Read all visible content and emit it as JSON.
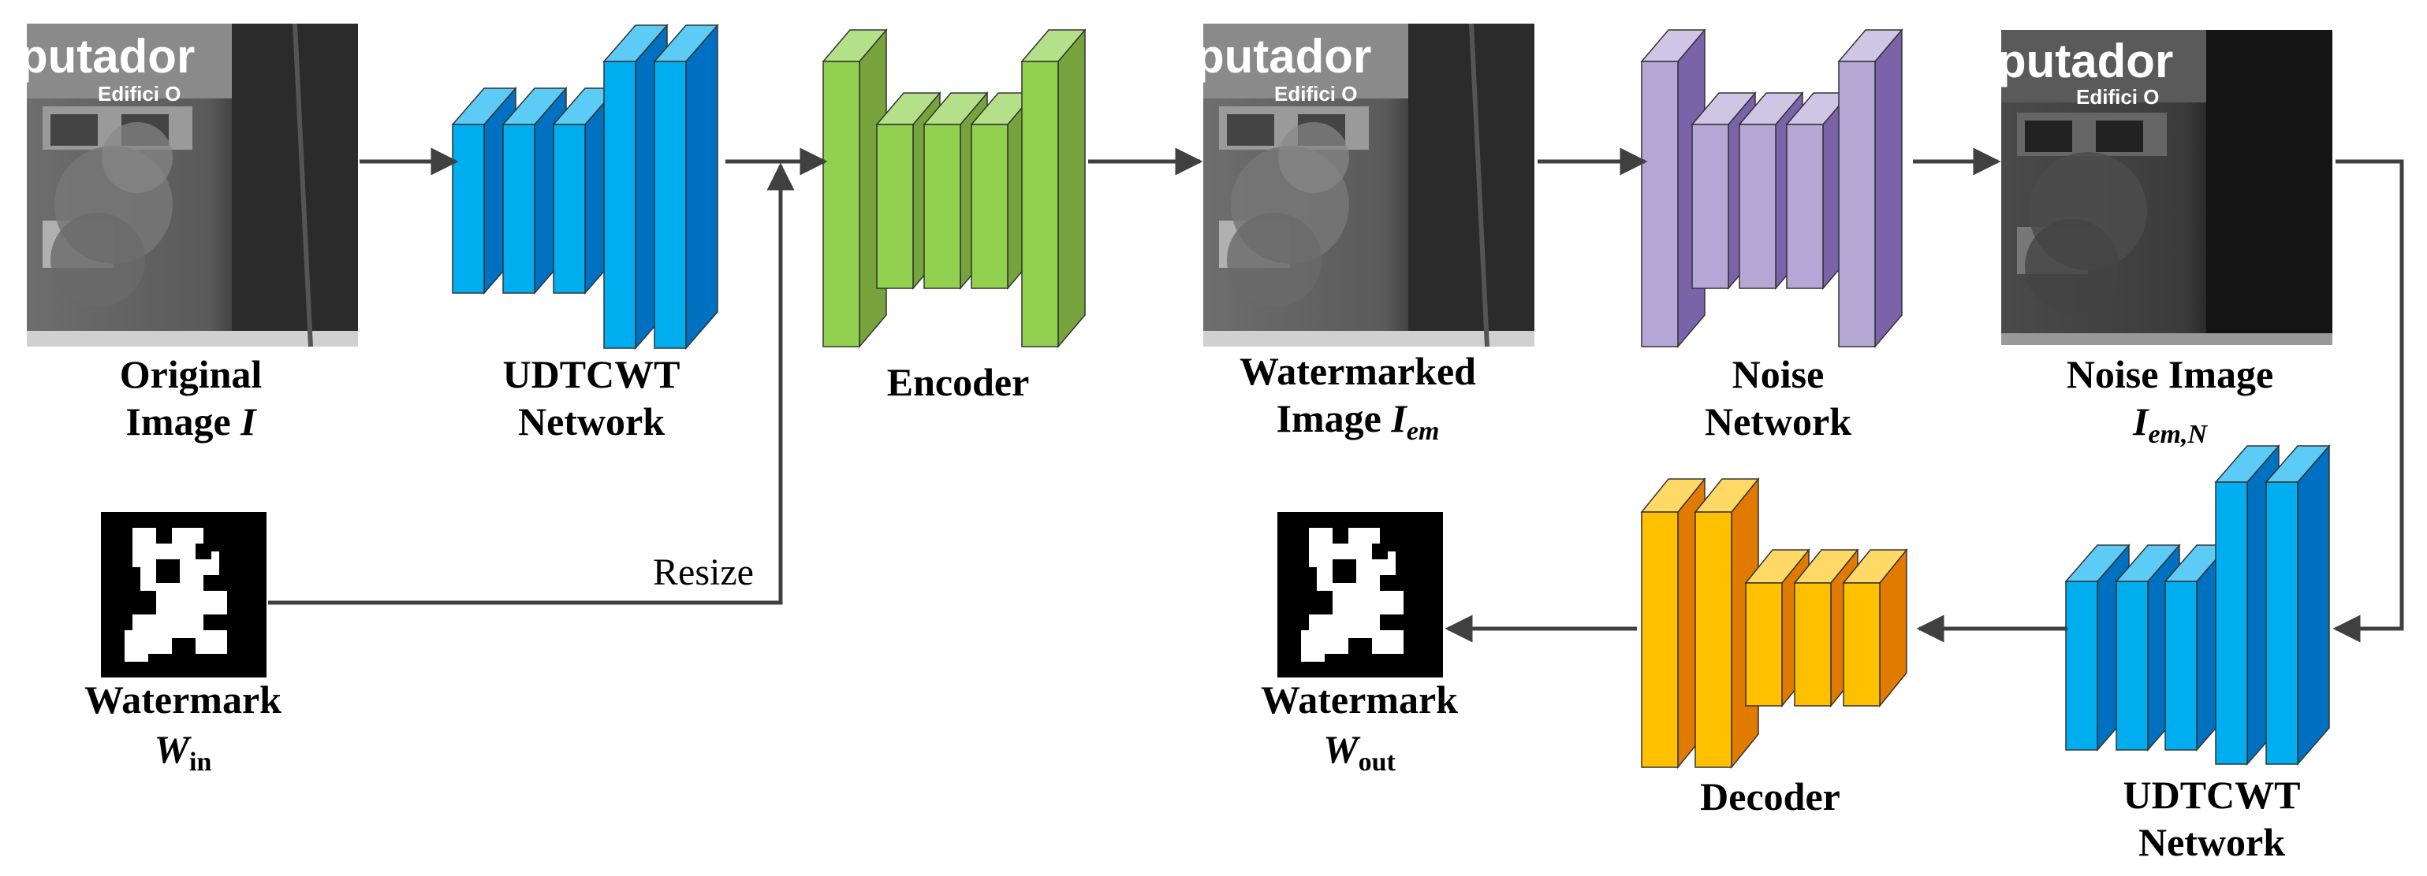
{
  "labels": {
    "original_line1": "Original",
    "original_line2_prefix": "Image ",
    "original_symbol": "I",
    "udtcwt_top_line1": "UDTCWT",
    "udtcwt_top_line2": "Network",
    "encoder": "Encoder",
    "watermarked_line1": "Watermarked",
    "watermarked_line2_prefix": "Image ",
    "watermarked_symbol": "I",
    "watermarked_sub": "em",
    "noise_net_line1": "Noise",
    "noise_net_line2": "Network",
    "noise_image_line1": "Noise Image",
    "noise_image_symbol": "I",
    "noise_image_sub": "em,N",
    "watermark_in_line1": "Watermark",
    "watermark_in_symbol": "W",
    "watermark_in_sub": "in",
    "resize": "Resize",
    "watermark_out_line1": "Watermark",
    "watermark_out_symbol": "W",
    "watermark_out_sub": "out",
    "decoder": "Decoder",
    "udtcwt_bottom_line1": "UDTCWT",
    "udtcwt_bottom_line2": "Network"
  },
  "photo_text": {
    "sign_word": "putador",
    "sign_sub": "Edifici O"
  },
  "colors": {
    "udtcwt_front": "#00aeef",
    "udtcwt_side": "#0070c0",
    "udtcwt_top": "#5ccbf5",
    "encoder_front": "#92d050",
    "encoder_side": "#76a33c",
    "encoder_top": "#b5e08a",
    "noise_front": "#b4a7d6",
    "noise_side": "#7a63a8",
    "noise_top": "#cfc6e6",
    "decoder_front": "#ffc000",
    "decoder_side": "#e07b00",
    "decoder_top": "#ffd966",
    "arrow": "#404040"
  }
}
